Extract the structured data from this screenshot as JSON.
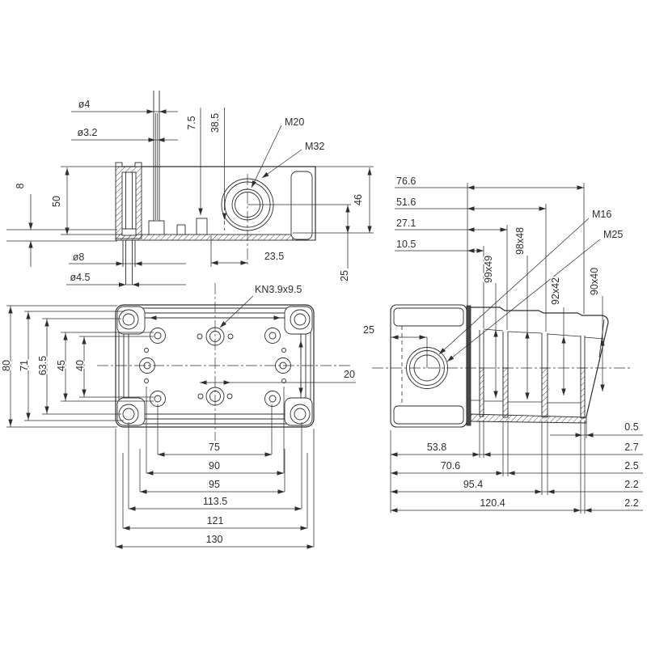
{
  "drawing": {
    "type": "technical-dimension-drawing",
    "colors": {
      "line": "#2e2e2e",
      "background": "#ffffff"
    },
    "side_view": {
      "dims": {
        "rod_od": "ø4",
        "rod_id": "ø3.2",
        "boss_h": "7.5",
        "depth": "38.5",
        "gland_inner": "M20",
        "gland_outer": "M32",
        "post_h": "50",
        "flange_t": "8",
        "cbore": "ø8",
        "screw": "ø4.5",
        "gland_x": "23.5",
        "end_h": "46",
        "gland_y": "25"
      }
    },
    "plan_view": {
      "dims": {
        "height": "80",
        "inner_h": "71",
        "screw_h": "63.5",
        "row45": "45",
        "row40": "40",
        "knockout": "KN3.9x9.5",
        "pitch20": "20",
        "l75": "75",
        "l90": "90",
        "l95": "95",
        "l113": "113.5",
        "l121": "121",
        "l130": "130"
      }
    },
    "end_view": {
      "dims": {
        "s1": "10.5",
        "s2": "27.1",
        "s3": "51.6",
        "s4": "76.6",
        "sect1": "99x49",
        "sect2": "98x48",
        "sect3": "92x42",
        "sect4": "90x40",
        "gland_inner": "M16",
        "gland_outer": "M25",
        "gland_x": "25",
        "b1": "53.8",
        "b2": "70.6",
        "b3": "95.4",
        "b4": "120.4",
        "t0": "0.5",
        "t1": "2.7",
        "t2": "2.5",
        "t3": "2.2",
        "t4": "2.2"
      }
    }
  }
}
